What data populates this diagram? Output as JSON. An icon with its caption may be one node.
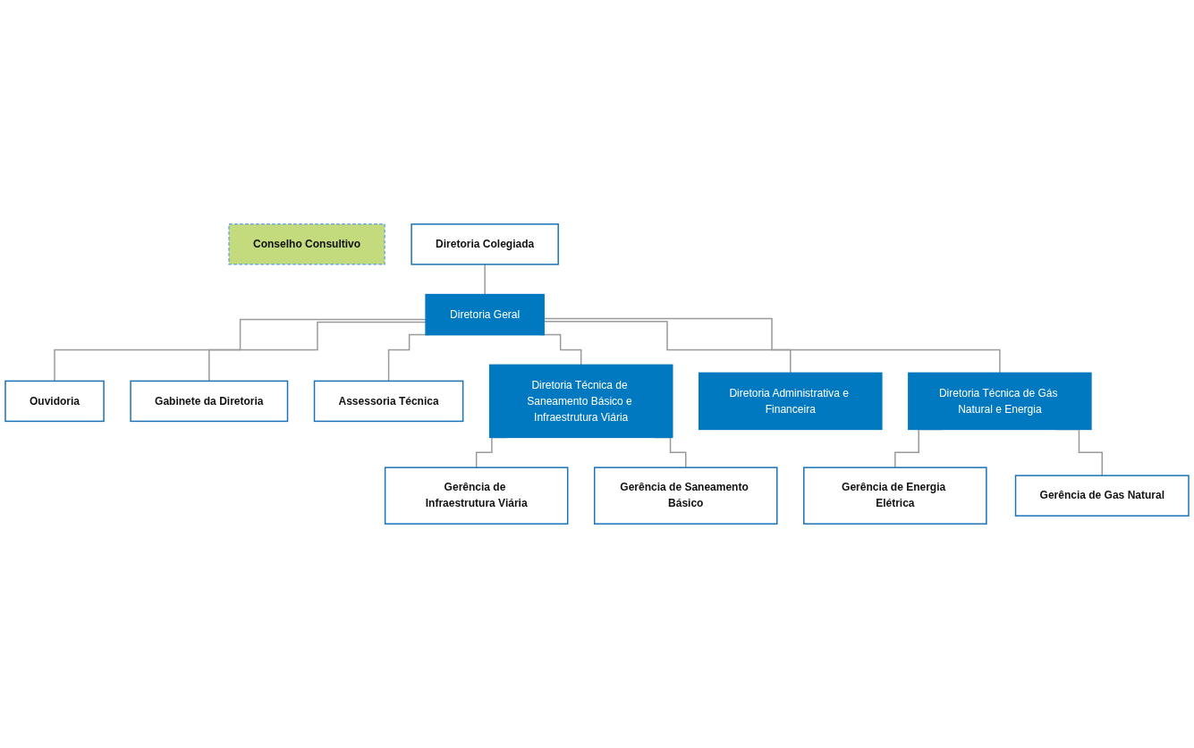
{
  "diagram": {
    "nodes": [
      {
        "text": [
          "Conselho Consultivo"
        ]
      },
      {
        "text": [
          "Diretoria Colegiada"
        ]
      },
      {
        "text": [
          "Diretoria Geral"
        ]
      },
      {
        "text": [
          "Ouvidoria"
        ]
      },
      {
        "text": [
          "Gabinete da Diretoria"
        ]
      },
      {
        "text": [
          "Assessoria Técnica"
        ]
      },
      {
        "text": [
          "Diretoria Técnica de Saneamento Básico e Infraestrutura Viária"
        ]
      },
      {
        "text": [
          "Diretoria Administrativa e Financeira"
        ]
      },
      {
        "text": [
          "Diretoria Técnica de Gás Natural e Energia"
        ]
      },
      {
        "text": [
          "Gerência de Infraestrutura Viária"
        ]
      },
      {
        "text": [
          "Gerência de Saneamento Básico"
        ]
      },
      {
        "text": [
          "Gerência de Energia Elétrica"
        ]
      },
      {
        "text": [
          "Gerência de Gas Natural"
        ]
      }
    ],
    "edges": [
      {
        "from": 1,
        "to": 2,
        "arrow": "none"
      },
      {
        "from": 2,
        "to": 3,
        "arrow": "none"
      },
      {
        "from": 2,
        "to": 4,
        "arrow": "none"
      },
      {
        "from": 2,
        "to": 5,
        "arrow": "none"
      },
      {
        "from": 2,
        "to": 6,
        "arrow": "none"
      },
      {
        "from": 2,
        "to": 7,
        "arrow": "none"
      },
      {
        "from": 2,
        "to": 8,
        "arrow": "none"
      },
      {
        "from": 6,
        "to": 9,
        "arrow": "none"
      },
      {
        "from": 6,
        "to": 10,
        "arrow": "none"
      },
      {
        "from": 8,
        "to": 11,
        "arrow": "none"
      },
      {
        "from": 8,
        "to": 12,
        "arrow": "none"
      }
    ]
  }
}
